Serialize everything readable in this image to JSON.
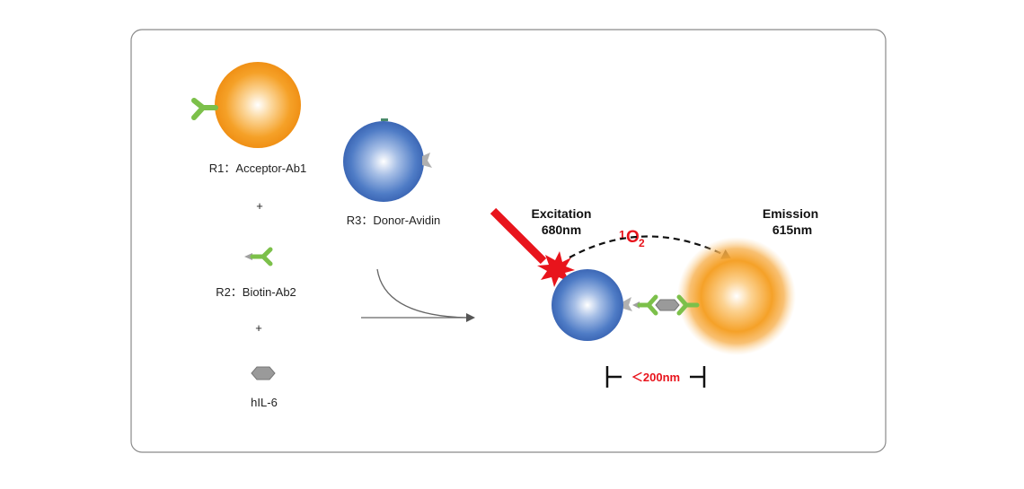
{
  "reagents": {
    "r1_label": "R1：Acceptor-Ab1",
    "plus_1": "+",
    "r2_label": "R2：Biotin-Ab2",
    "plus_2": "+",
    "analyte_label": "hIL-6",
    "r3_label": "R3：Donor-Avidin"
  },
  "reaction": {
    "excitation_title": "Excitation",
    "excitation_wavelength": "680nm",
    "singlet_oxygen_sup": "1",
    "singlet_oxygen_base": "O",
    "singlet_oxygen_sub": "2",
    "emission_title": "Emission",
    "emission_wavelength": "615nm",
    "distance_label": "＜200nm"
  },
  "colors": {
    "acceptor": "#f29a1a",
    "donor": "#3f6fbf",
    "antibody": "#7cc04a",
    "biotin": "#a0a0a0",
    "excitation": "#e8141c",
    "frame": "#888888"
  }
}
